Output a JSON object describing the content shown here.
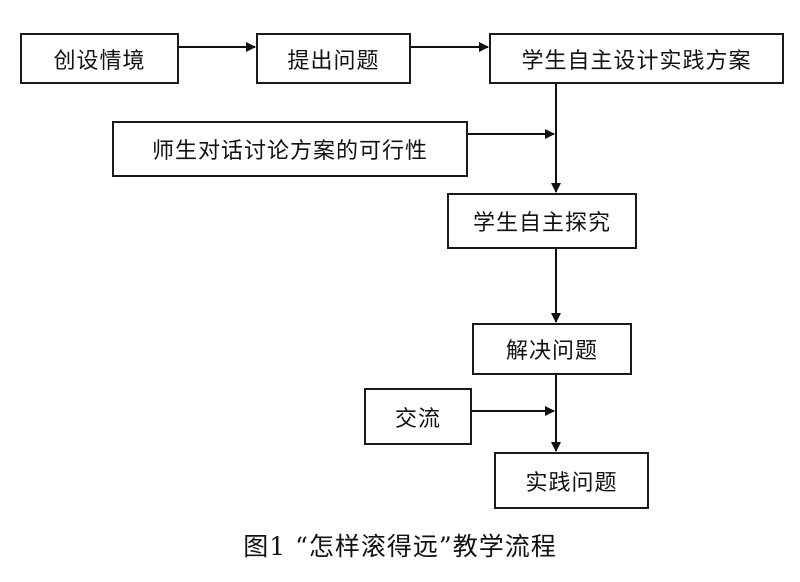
{
  "nodes": {
    "create_context": "创设情境",
    "raise_question": "提出问题",
    "student_design": "学生自主设计实践方案",
    "dialogue": "师生对话讨论方案的可行性",
    "student_explore": "学生自主探究",
    "solve_problem": "解决问题",
    "exchange": "交流",
    "practice_problem": "实践问题"
  },
  "caption": "图1  “怎样滚得远”教学流程"
}
